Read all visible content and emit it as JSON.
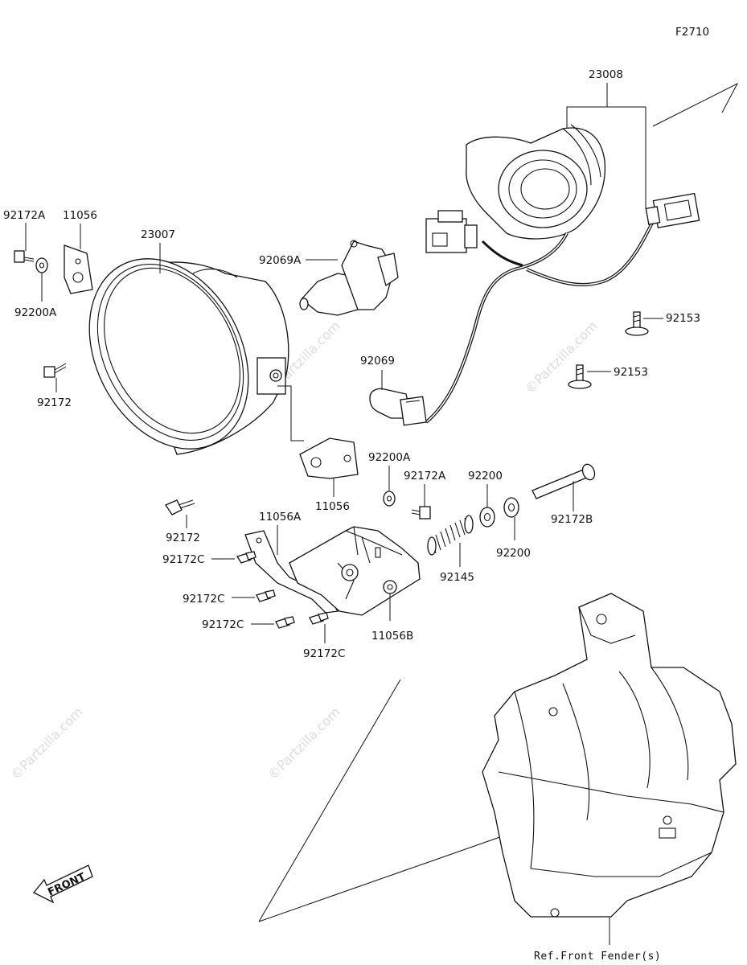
{
  "figure_code": "F2710",
  "watermark": "©Partzilla.com",
  "labels": {
    "p23008": "23008",
    "p92172A_l": "92172A",
    "p11056_l": "11056",
    "p23007": "23007",
    "p92069A": "92069A",
    "p92200A_l": "92200A",
    "p92172_l": "92172",
    "p92153_a": "92153",
    "p92153_b": "92153",
    "p92069": "92069",
    "p92200A_m": "92200A",
    "p92172A_m": "92172A",
    "p92200_a": "92200",
    "p11056_m": "11056",
    "p92172_b": "92172",
    "p11056A": "11056A",
    "p92172B": "92172B",
    "p92200_b": "92200",
    "p92172C_a": "92172C",
    "p92145": "92145",
    "p92172C_b": "92172C",
    "p92172C_c": "92172C",
    "p11056B": "11056B",
    "p92172C_d": "92172C",
    "front_arrow": "FRONT",
    "ref_note": "Ref.Front Fender(s)"
  }
}
